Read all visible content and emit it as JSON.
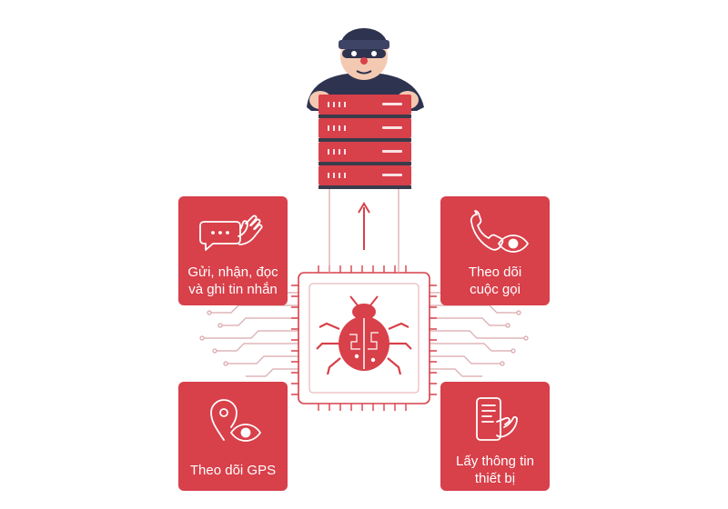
{
  "colors": {
    "accent": "#d8404a",
    "dark_navy": "#2e3350",
    "circuit_line": "#d9a6aa",
    "server_red": "#d8404a",
    "server_dark": "#3a3c4a"
  },
  "cards": [
    {
      "id": "messages",
      "icon": "chat-hand-icon",
      "label": "Gửi, nhận, đọc\nvà ghi tin nhắn"
    },
    {
      "id": "calls",
      "icon": "phone-eye-icon",
      "label": "Theo dõi\ncuộc gọi"
    },
    {
      "id": "gps",
      "icon": "location-eye-icon",
      "label": "Theo dõi GPS"
    },
    {
      "id": "device",
      "icon": "phone-hand-icon",
      "label": "Lấy thông tin\nthiết bị"
    }
  ],
  "center": {
    "icon": "bug-icon"
  },
  "top": {
    "icon": "hacker-server-icon"
  },
  "arrow": {
    "icon": "arrow-up-icon"
  }
}
